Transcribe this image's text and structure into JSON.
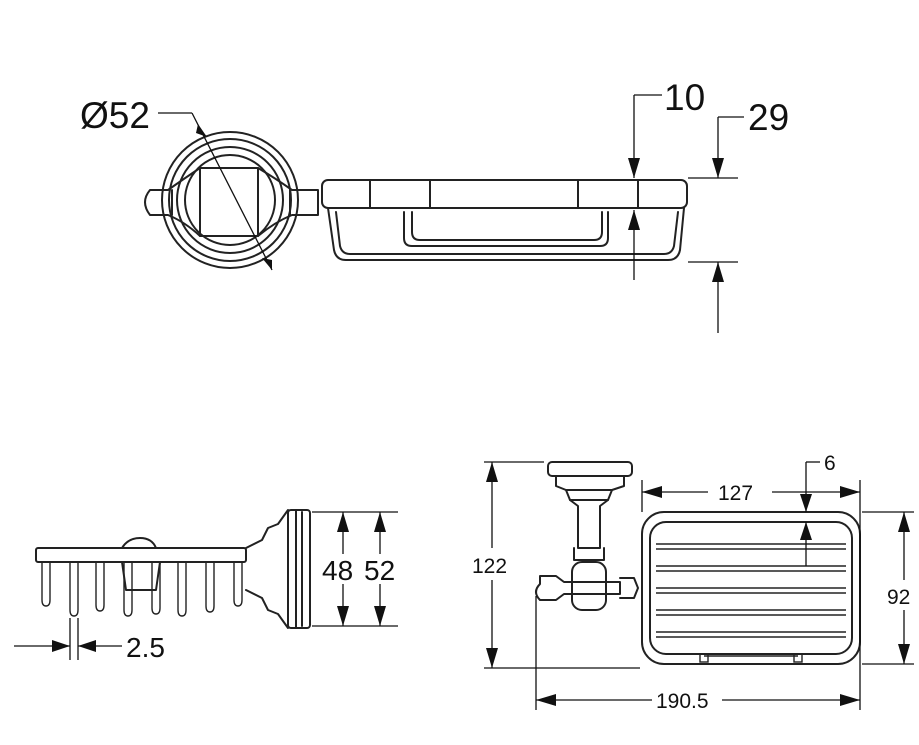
{
  "dimensions": {
    "top_diameter": "Ø52",
    "top_depth_10": "10",
    "top_height_29": "29",
    "side_height_48": "48",
    "side_height_52": "52",
    "side_wire_2_5": "2.5",
    "front_height_122": "122",
    "front_width_127": "127",
    "front_offset_6": "6",
    "front_depth_92": "92",
    "front_length_190_5": "190.5"
  }
}
